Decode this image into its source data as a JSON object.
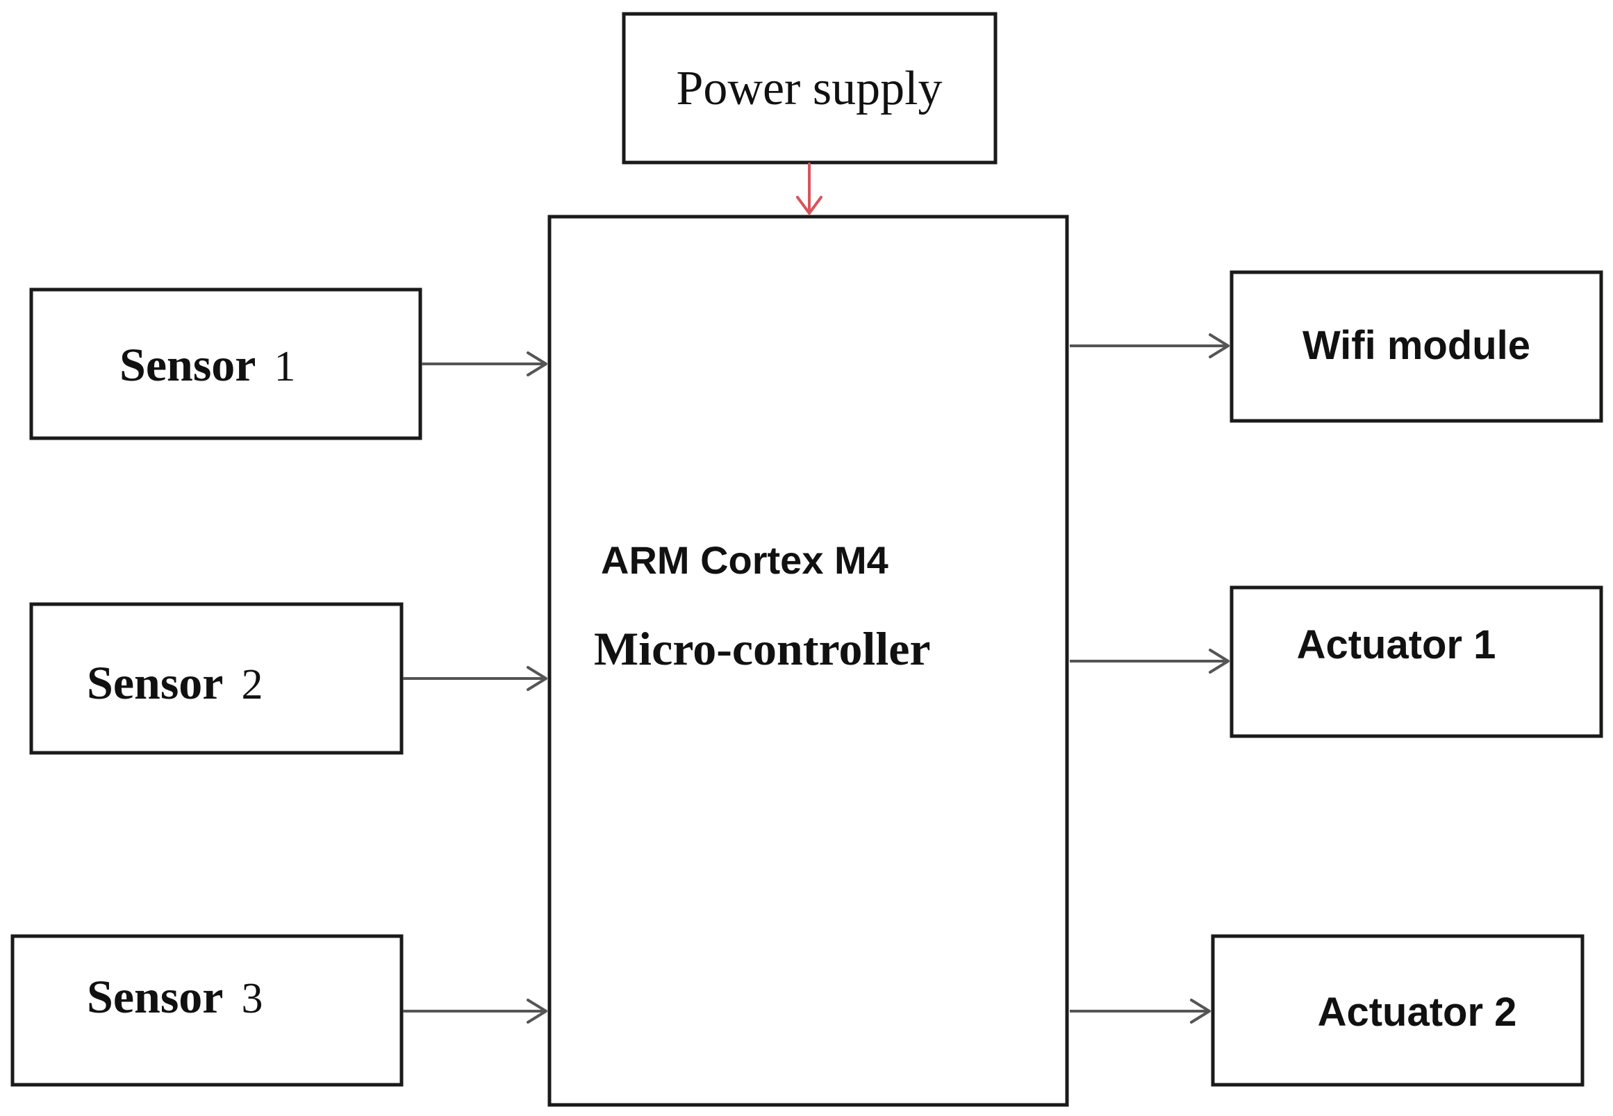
{
  "nodes": {
    "power_supply": "Power supply",
    "controller_line1": "ARM Cortex M4",
    "controller_line2": "Micro-controller",
    "sensor1": {
      "name": "Sensor",
      "number": "1"
    },
    "sensor2": {
      "name": "Sensor",
      "number": "2"
    },
    "sensor3": {
      "name": "Sensor",
      "number": "3"
    },
    "wifi": "Wifi module",
    "actuator1": "Actuator 1",
    "actuator2": "Actuator 2"
  },
  "colors": {
    "power_arrow": "#d9535b",
    "arrows": "#555555",
    "box_border": "#1a1a1a"
  }
}
